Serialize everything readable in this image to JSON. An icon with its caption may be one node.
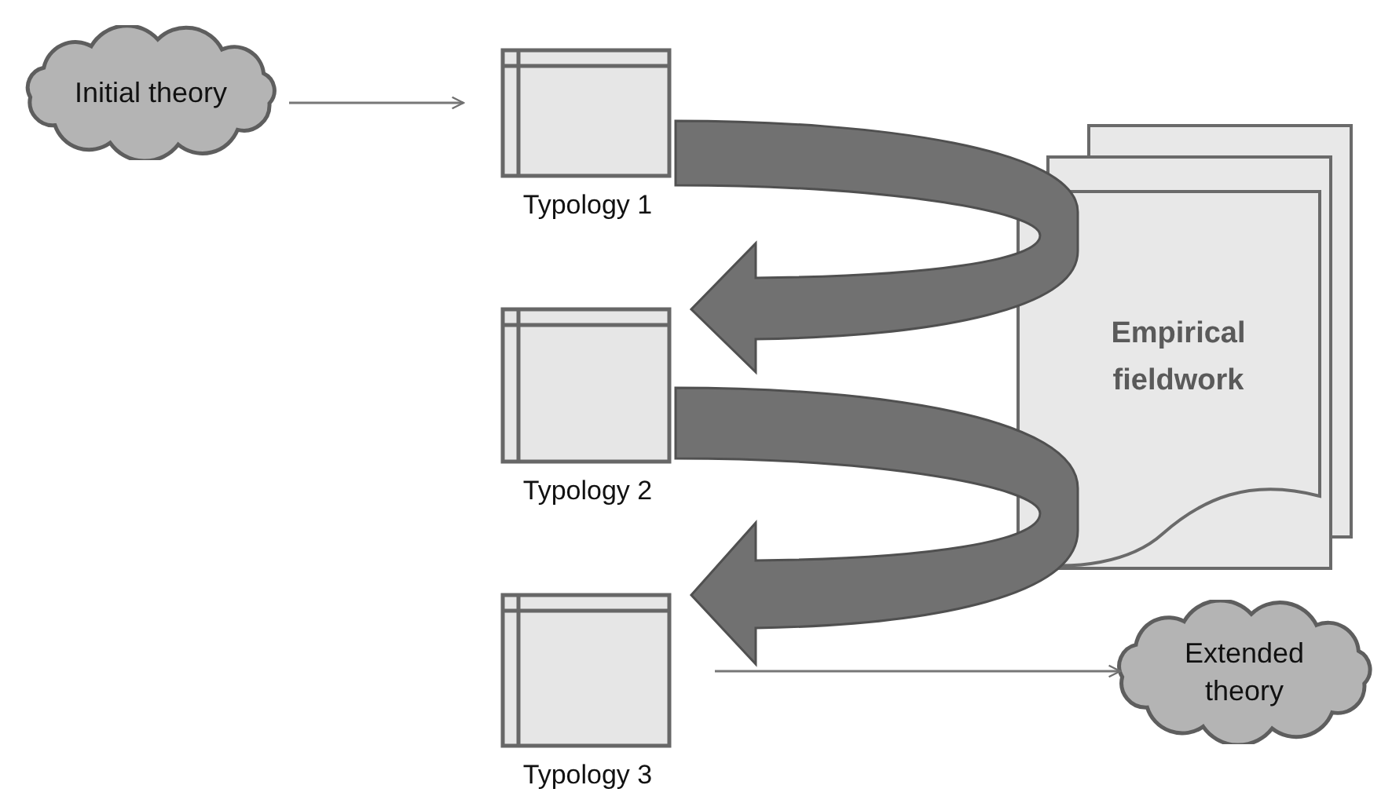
{
  "diagram": {
    "nodes": [
      {
        "text": [
          "Initial theory"
        ]
      },
      {
        "text": [
          "Typology 1"
        ]
      },
      {
        "text": [
          "Typology 2"
        ]
      },
      {
        "text": [
          "Typology 3"
        ]
      },
      {
        "text": [
          "Empirical fieldwork"
        ]
      },
      {
        "text": [
          "Extended theory"
        ]
      }
    ],
    "edges": [
      {
        "from": 0,
        "to": 1,
        "arrow": "to"
      },
      {
        "from": 1,
        "to": 2,
        "arrow": "to",
        "style": "thick",
        "color": "#717171"
      },
      {
        "from": 2,
        "to": 3,
        "arrow": "to",
        "style": "thick",
        "color": "#717171"
      },
      {
        "from": 3,
        "to": 5,
        "arrow": "to"
      }
    ]
  }
}
